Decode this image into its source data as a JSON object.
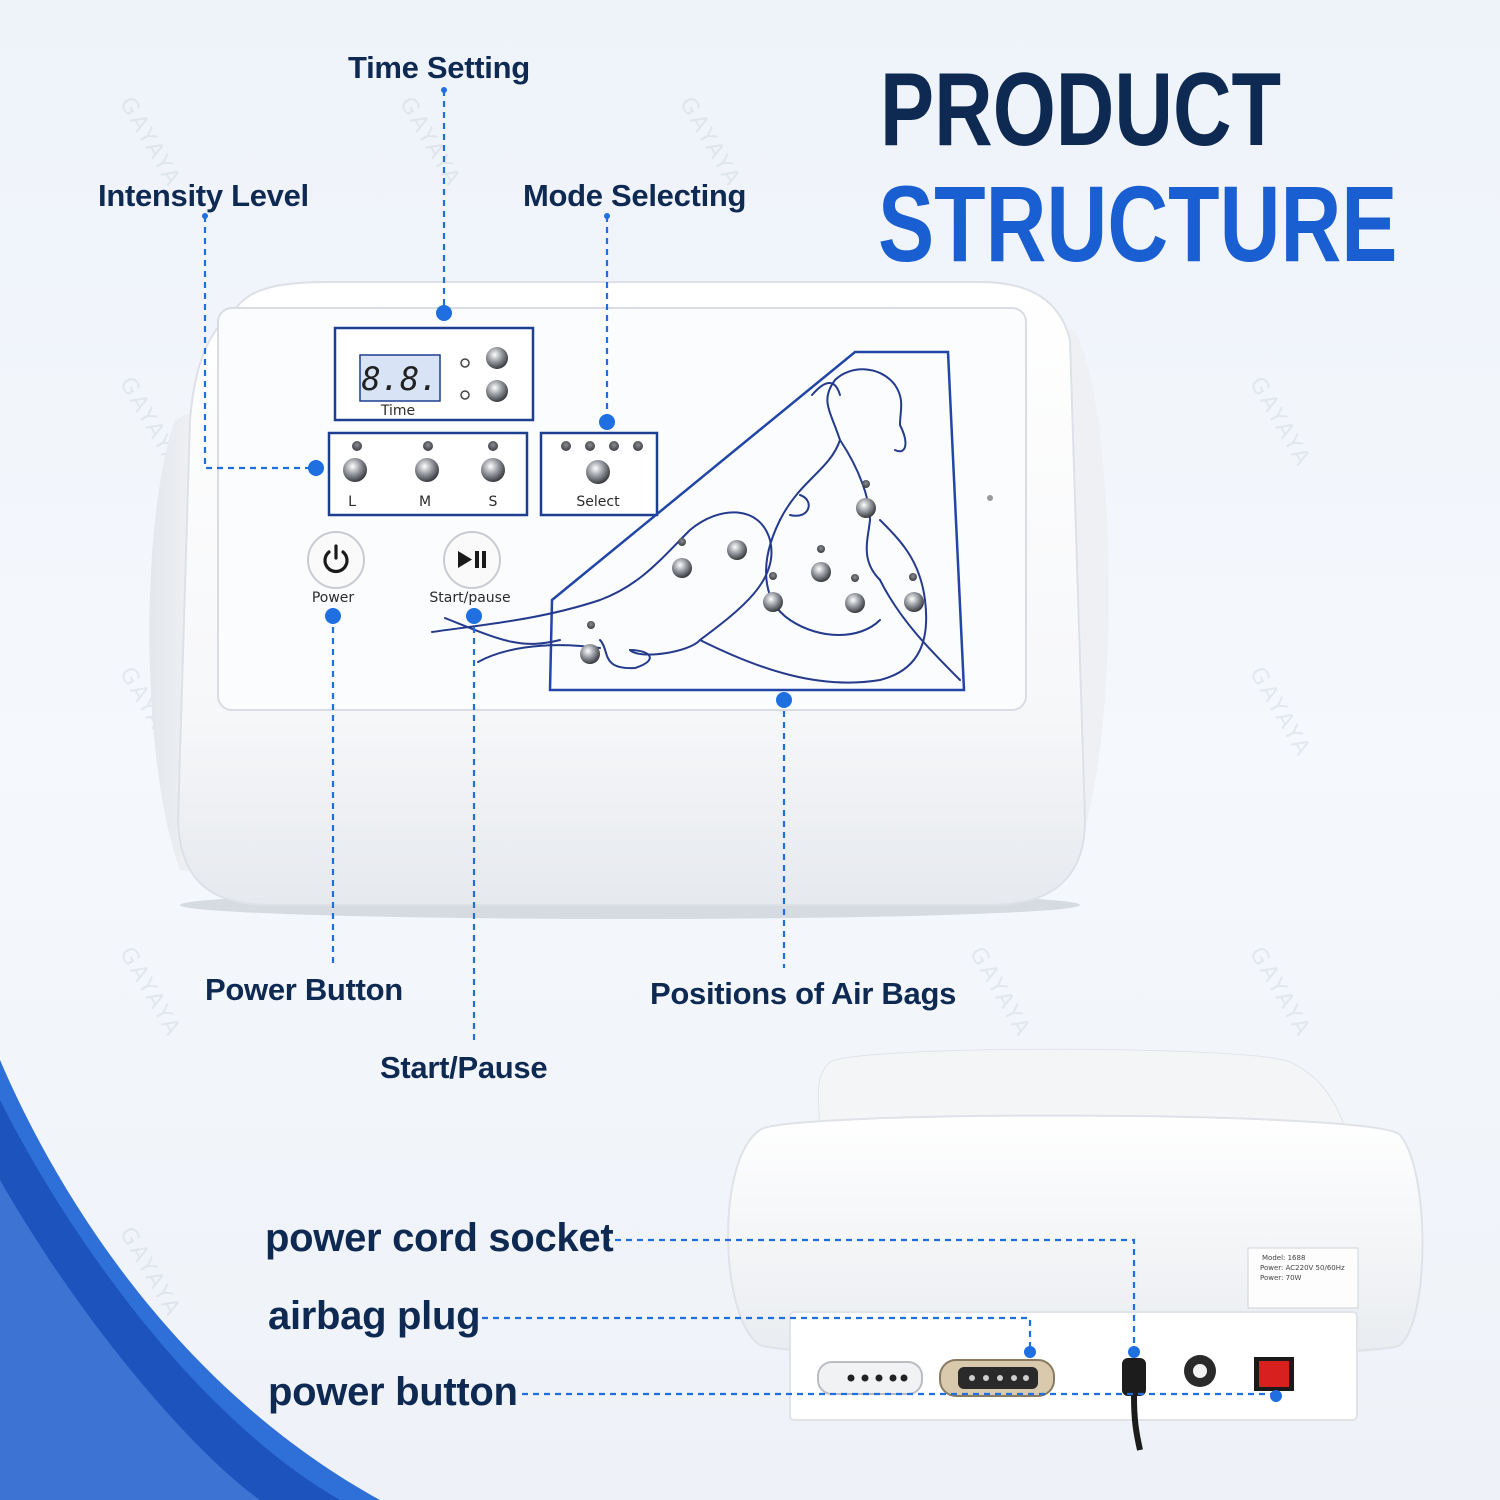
{
  "title": {
    "line1": "PRODUCT",
    "line2": "STRUCTURE"
  },
  "colors": {
    "navy": "#0f2a52",
    "blue": "#1a5fd1",
    "accent_blue": "#1f6fe0"
  },
  "callouts": {
    "time_setting": "Time Setting",
    "intensity_level": "Intensity Level",
    "mode_selecting": "Mode Selecting",
    "power_button": "Power Button",
    "start_pause": "Start/Pause",
    "positions_of_air_bags": "Positions of Air Bags",
    "power_cord_socket": "power cord socket",
    "airbag_plug": "airbag plug",
    "power_button_rear": "power button"
  },
  "panel": {
    "display": "8.8.",
    "time_label": "Time",
    "intensity_keys": [
      "L",
      "M",
      "S"
    ],
    "select_label": "Select",
    "power_label": "Power",
    "start_pause_label": "Start/pause",
    "power_icon": "power-icon",
    "play_pause_icon": "play-pause-icon"
  },
  "rear_label": {
    "model": "Model: 1688",
    "power_in": "Power: AC220V 50/60Hz",
    "power_out": "Power: 70W"
  },
  "watermark": "GAYAYA"
}
